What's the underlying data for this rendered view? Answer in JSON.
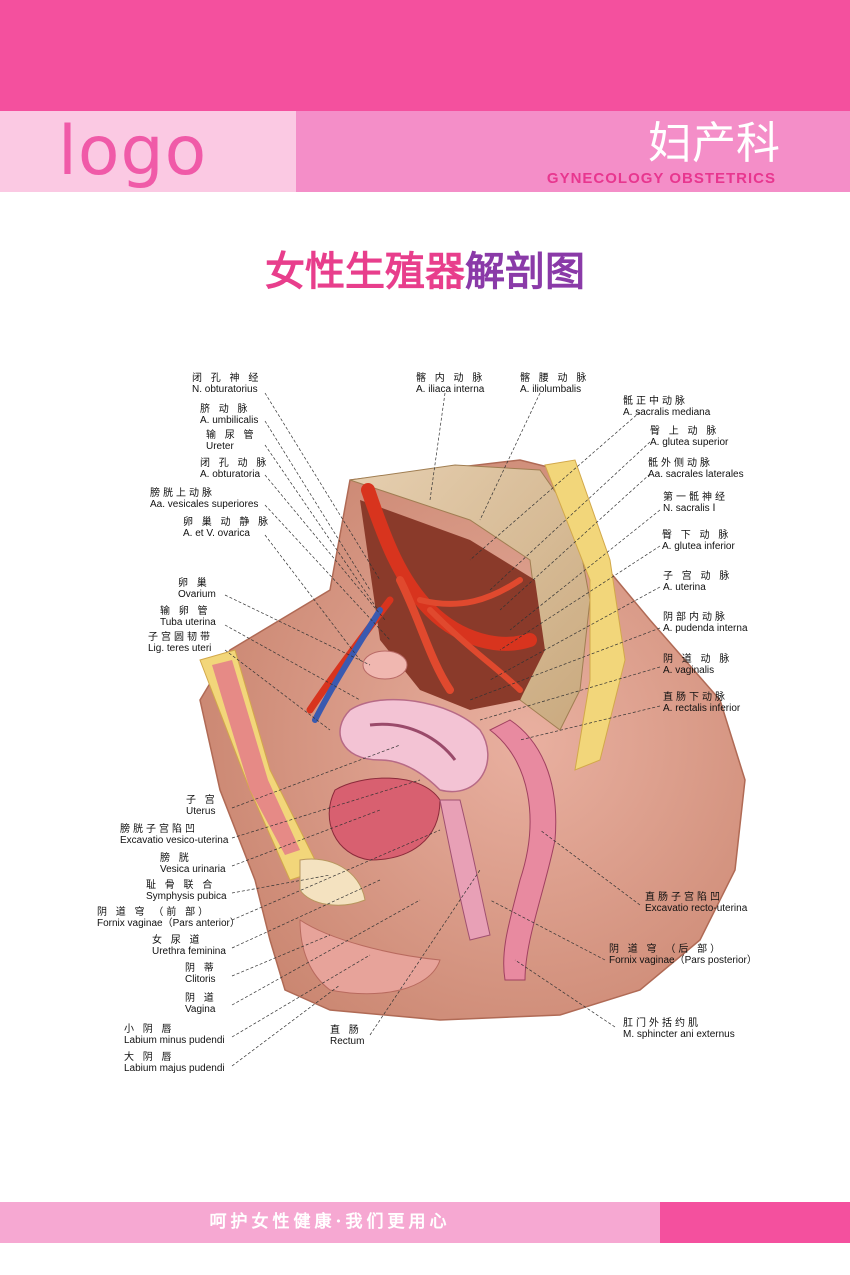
{
  "header": {
    "logo": "logo",
    "department_cn": "妇产科",
    "department_en": "GYNECOLOGY OBSTETRICS"
  },
  "title": {
    "part1": "女性生殖器",
    "part2": "解剖图"
  },
  "labels_left": [
    {
      "cn": "闭 孔 神 经",
      "la": "N. obturatorius"
    },
    {
      "cn": "脐 动 脉",
      "la": "A. umbilicalis"
    },
    {
      "cn": "输 尿 管",
      "la": "Ureter"
    },
    {
      "cn": "闭 孔 动 脉",
      "la": "A. obturatoria"
    },
    {
      "cn": "膀胱上动脉",
      "la": "Aa. vesicales superiores"
    },
    {
      "cn": "卵 巢 动 静 脉",
      "la": "A. et V. ovarica"
    },
    {
      "cn": "卵 巢",
      "la": "Ovarium"
    },
    {
      "cn": "输 卵 管",
      "la": "Tuba uterina"
    },
    {
      "cn": "子宫圆韧带",
      "la": "Lig. teres uteri"
    },
    {
      "cn": "子 宫",
      "la": "Uterus"
    },
    {
      "cn": "膀胱子宫陷凹",
      "la": "Excavatio vesico-uterina"
    },
    {
      "cn": "膀 胱",
      "la": "Vesica urinaria"
    },
    {
      "cn": "耻 骨 联 合",
      "la": "Symphysis pubica"
    },
    {
      "cn": "阴 道 穹 （前 部）",
      "la": "Fornix vaginae（Pars anterior）"
    },
    {
      "cn": "女 尿 道",
      "la": "Urethra feminina"
    },
    {
      "cn": "阴 蒂",
      "la": "Clitoris"
    },
    {
      "cn": "阴 道",
      "la": "Vagina"
    },
    {
      "cn": "小 阴 唇",
      "la": "Labium minus pudendi"
    },
    {
      "cn": "大 阴 唇",
      "la": "Labium majus pudendi"
    }
  ],
  "labels_top": [
    {
      "cn": "髂 内 动 脉",
      "la": "A. iliaca interna"
    },
    {
      "cn": "髂 腰 动 脉",
      "la": "A. iliolumbalis"
    }
  ],
  "labels_right": [
    {
      "cn": "骶正中动脉",
      "la": "A. sacralis mediana"
    },
    {
      "cn": "臀 上 动 脉",
      "la": "A. glutea superior"
    },
    {
      "cn": "骶外侧动脉",
      "la": "Aa. sacrales laterales"
    },
    {
      "cn": "第一骶神经",
      "la": "N. sacralis Ⅰ"
    },
    {
      "cn": "臀 下 动 脉",
      "la": "A. glutea inferior"
    },
    {
      "cn": "子 宫 动 脉",
      "la": "A. uterina"
    },
    {
      "cn": "阴部内动脉",
      "la": "A. pudenda interna"
    },
    {
      "cn": "阴 道 动 脉",
      "la": "A. vaginalis"
    },
    {
      "cn": "直肠下动脉",
      "la": "A. rectalis inferior"
    },
    {
      "cn": "直肠子宫陷凹",
      "la": "Excavatio recto-uterina"
    },
    {
      "cn": "阴 道 穹 （后 部）",
      "la": "Fornix vaginae（Pars posterior）"
    },
    {
      "cn": "肛门外括约肌",
      "la": "M. sphincter ani externus"
    }
  ],
  "labels_bottom": [
    {
      "cn": "直 肠",
      "la": "Rectum"
    }
  ],
  "footer": {
    "slogan": "呵护女性健康·我们更用心"
  }
}
